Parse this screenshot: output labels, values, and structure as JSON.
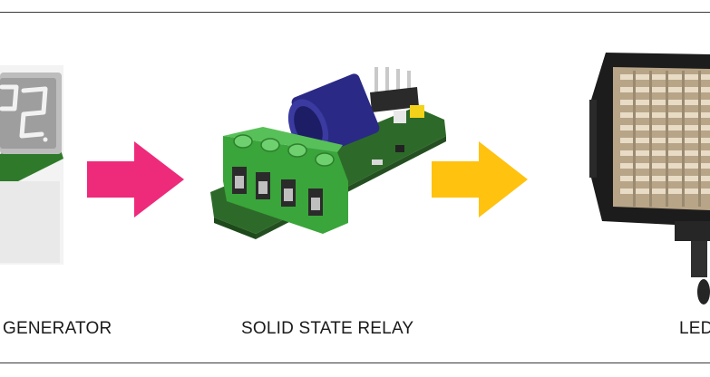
{
  "labels": {
    "generator": "GENERATOR",
    "relay": "SOLID STATE RELAY",
    "led": "LED"
  },
  "colors": {
    "arrow_one": "#ee2a7b",
    "arrow_two": "#ffc20e",
    "pcb": "#2f6b2a",
    "terminal": "#3aa53a",
    "capacitor": "#2a2a8a"
  },
  "icons": {
    "generator": "seven-segment-display-board",
    "relay": "solid-state-relay-board",
    "led": "led-panel-light",
    "arrows": "right-arrow"
  }
}
